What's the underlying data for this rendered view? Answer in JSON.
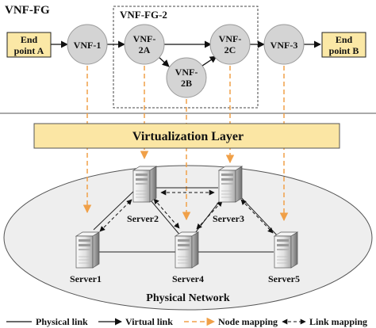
{
  "vnf_fg": {
    "title": "VNF-FG",
    "subgroup_title": "VNF-FG-2",
    "endpoint_a": {
      "line1": "End",
      "line2": "point A"
    },
    "endpoint_b": {
      "line1": "End",
      "line2": "point B"
    },
    "vnf1": "VNF-1",
    "vnf2a": {
      "line1": "VNF-",
      "line2": "2A"
    },
    "vnf2b": {
      "line1": "VNF-",
      "line2": "2B"
    },
    "vnf2c": {
      "line1": "VNF-",
      "line2": "2C"
    },
    "vnf3": "VNF-3"
  },
  "virtualization_layer": "Virtualization Layer",
  "physical_network": {
    "label": "Physical Network",
    "servers": [
      "Server1",
      "Server2",
      "Server3",
      "Server4",
      "Server5"
    ]
  },
  "legend": {
    "physical_link": "Physical link",
    "virtual_link": "Virtual link",
    "node_mapping": "Node mapping",
    "link_mapping": "Link mapping"
  },
  "colors": {
    "endpoint_fill": "#fbe8a6",
    "layer_fill": "#fbe6a4",
    "vnf_fill": "#d4d4d4",
    "network_fill": "#eeeeee",
    "mapping_orange": "#f0a048"
  }
}
